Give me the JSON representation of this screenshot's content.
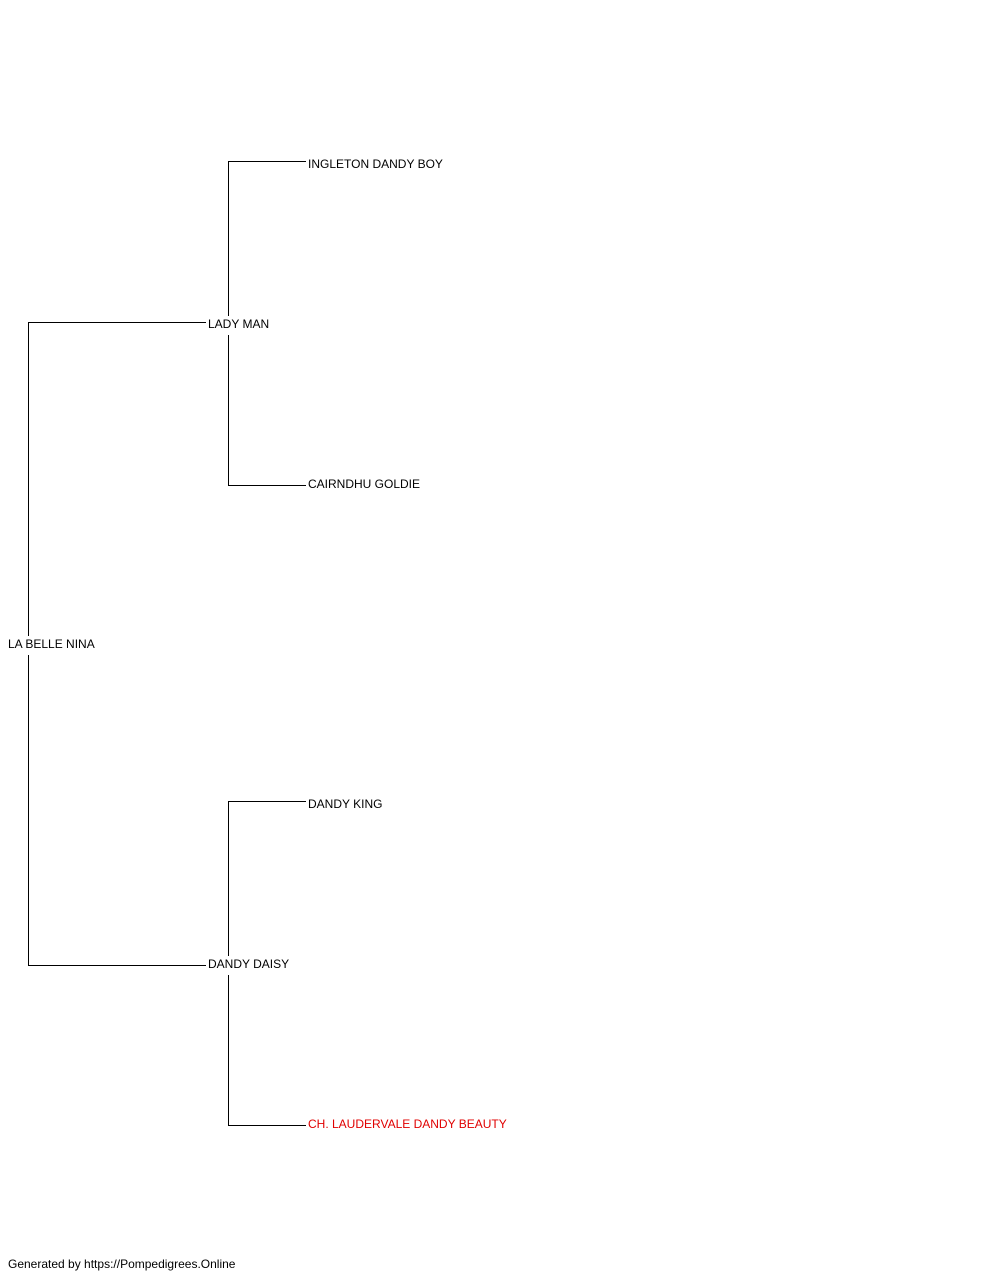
{
  "pedigree": {
    "subject": {
      "name": "LA BELLE NINA"
    },
    "sire": {
      "name": "LADY MAN",
      "sire": {
        "name": "INGLETON DANDY BOY"
      },
      "dam": {
        "name": "CAIRNDHU GOLDIE"
      }
    },
    "dam": {
      "name": "DANDY DAISY",
      "sire": {
        "name": "DANDY KING"
      },
      "dam": {
        "name": "CH. LAUDERVALE DANDY BEAUTY"
      }
    }
  },
  "colors": {
    "line": "#000000",
    "text": "#000000",
    "highlight": "#e00000"
  },
  "footer": {
    "credit": "Generated by https://Pompedigrees.Online"
  }
}
